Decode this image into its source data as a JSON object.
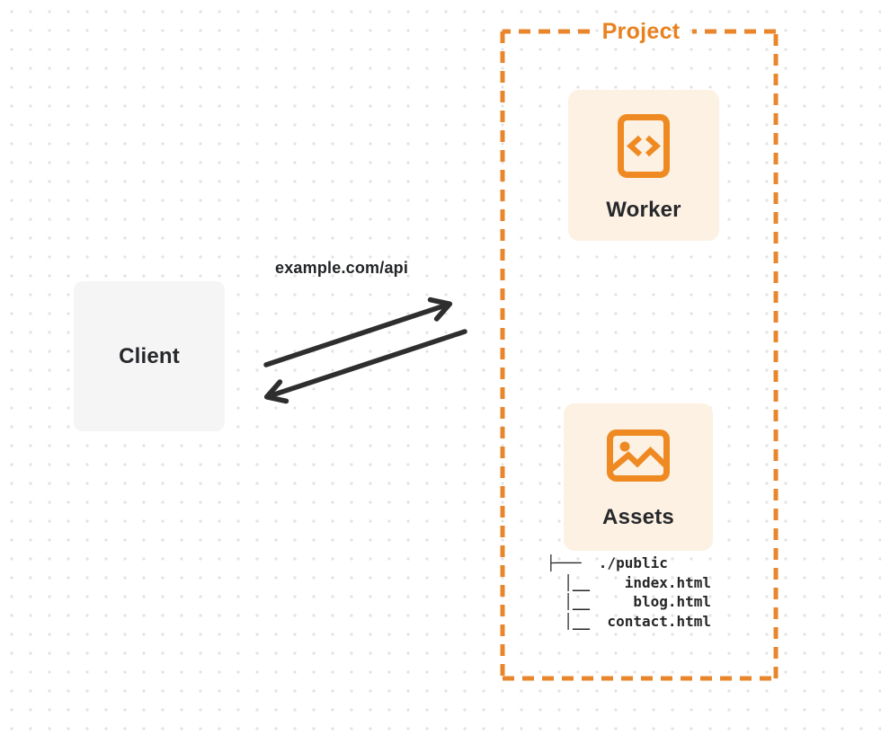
{
  "colors": {
    "accent_orange": "#E9862B",
    "project_title_orange": "#E8811E",
    "card_fill": "#FCF1E3",
    "client_fill": "#F5F5F6",
    "ink": "#262626",
    "dot_grid": "#E3E3E6"
  },
  "client": {
    "label": "Client"
  },
  "connection": {
    "request_label": "example.com/api",
    "from": "Client",
    "to": "Project",
    "direction": "bidirectional"
  },
  "project": {
    "label": "Project",
    "worker": {
      "label": "Worker",
      "icon": "code-file-icon"
    },
    "assets": {
      "label": "Assets",
      "icon": "image-icon",
      "files": [
        "./public",
        "index.html",
        "blog.html",
        "contact.html"
      ],
      "file_tree_text": "├───  ./public\n  │__    index.html\n  │__     blog.html\n  │__  contact.html"
    }
  }
}
